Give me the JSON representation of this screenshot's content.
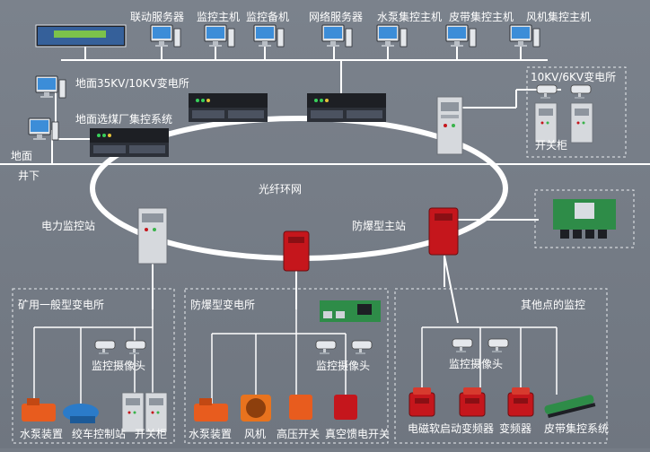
{
  "top_labels": [
    "联动服务器",
    "监控主机",
    "监控备机",
    "网络服务器",
    "水泵集控主机",
    "皮带集控主机",
    "风机集控主机"
  ],
  "left_labels": {
    "substation": "地面35KV/10KV变电所",
    "coal_plant": "地面选煤厂集控系统",
    "ground": "地面",
    "underground": "井下"
  },
  "right_station": {
    "title": "10KV/6KV变电所",
    "cabinet": "开关柜"
  },
  "ring_label": "光纤环网",
  "power_station": "电力监控站",
  "main_station": "防爆型主站",
  "sections": {
    "general": {
      "title": "矿用一般型变电所",
      "camera": "监控摄像头",
      "devices": [
        "水泵装置",
        "绞车控制站",
        "开关柜"
      ]
    },
    "explosion": {
      "title": "防爆型变电所",
      "camera": "监控摄像头",
      "devices": [
        "水泵装置",
        "风机",
        "高压开关",
        "真空馈电开关"
      ]
    },
    "other": {
      "title": "其他点的监控",
      "camera": "监控摄像头",
      "devices": [
        "电磁软启动变频器",
        "变频器",
        "皮带集控系统"
      ]
    }
  },
  "colors": {
    "background": "#757c86",
    "line": "#ffffff",
    "dashed_box": "#e9ecef",
    "explosion_red": "#c5161c",
    "cabinet_grey": "#d6d9dd"
  }
}
